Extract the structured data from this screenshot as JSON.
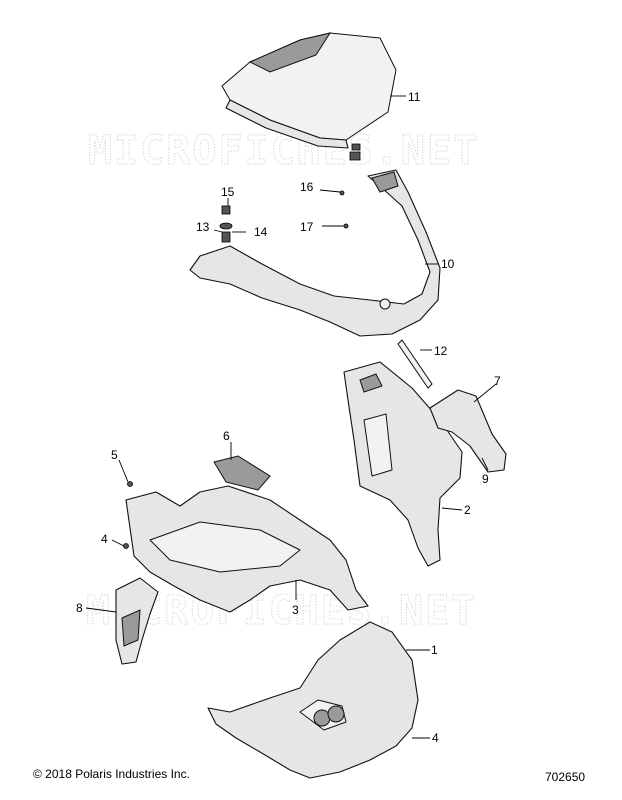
{
  "watermark": "MICROFICHES.NET",
  "callouts": [
    "11",
    "15",
    "16",
    "13",
    "14",
    "17",
    "10",
    "12",
    "7",
    "9",
    "6",
    "5",
    "2",
    "4",
    "8",
    "3",
    "1",
    "4"
  ],
  "copyright": "© 2018 Polaris Industries Inc.",
  "drawing_number": "702650"
}
